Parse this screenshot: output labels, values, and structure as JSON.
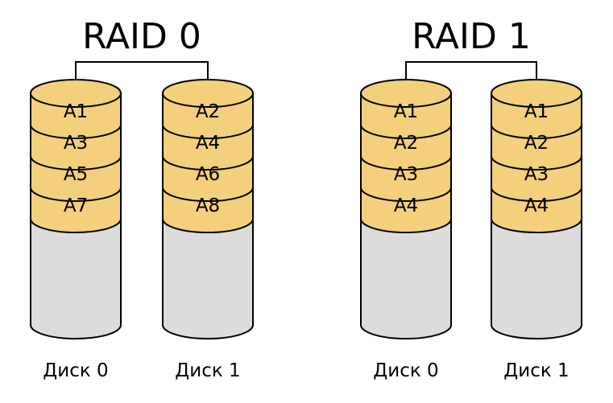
{
  "colors": {
    "data_block": "#f4d07c",
    "empty_space": "#dcdcdc",
    "outline": "#000000"
  },
  "arrays": [
    {
      "title": "RAID 0",
      "disks": [
        {
          "label": "Диск 0",
          "blocks": [
            "A1",
            "A3",
            "A5",
            "A7"
          ]
        },
        {
          "label": "Диск 1",
          "blocks": [
            "A2",
            "A4",
            "A6",
            "A8"
          ]
        }
      ]
    },
    {
      "title": "RAID 1",
      "disks": [
        {
          "label": "Диск 0",
          "blocks": [
            "A1",
            "A2",
            "A3",
            "A4"
          ]
        },
        {
          "label": "Диск 1",
          "blocks": [
            "A1",
            "A2",
            "A3",
            "A4"
          ]
        }
      ]
    }
  ]
}
